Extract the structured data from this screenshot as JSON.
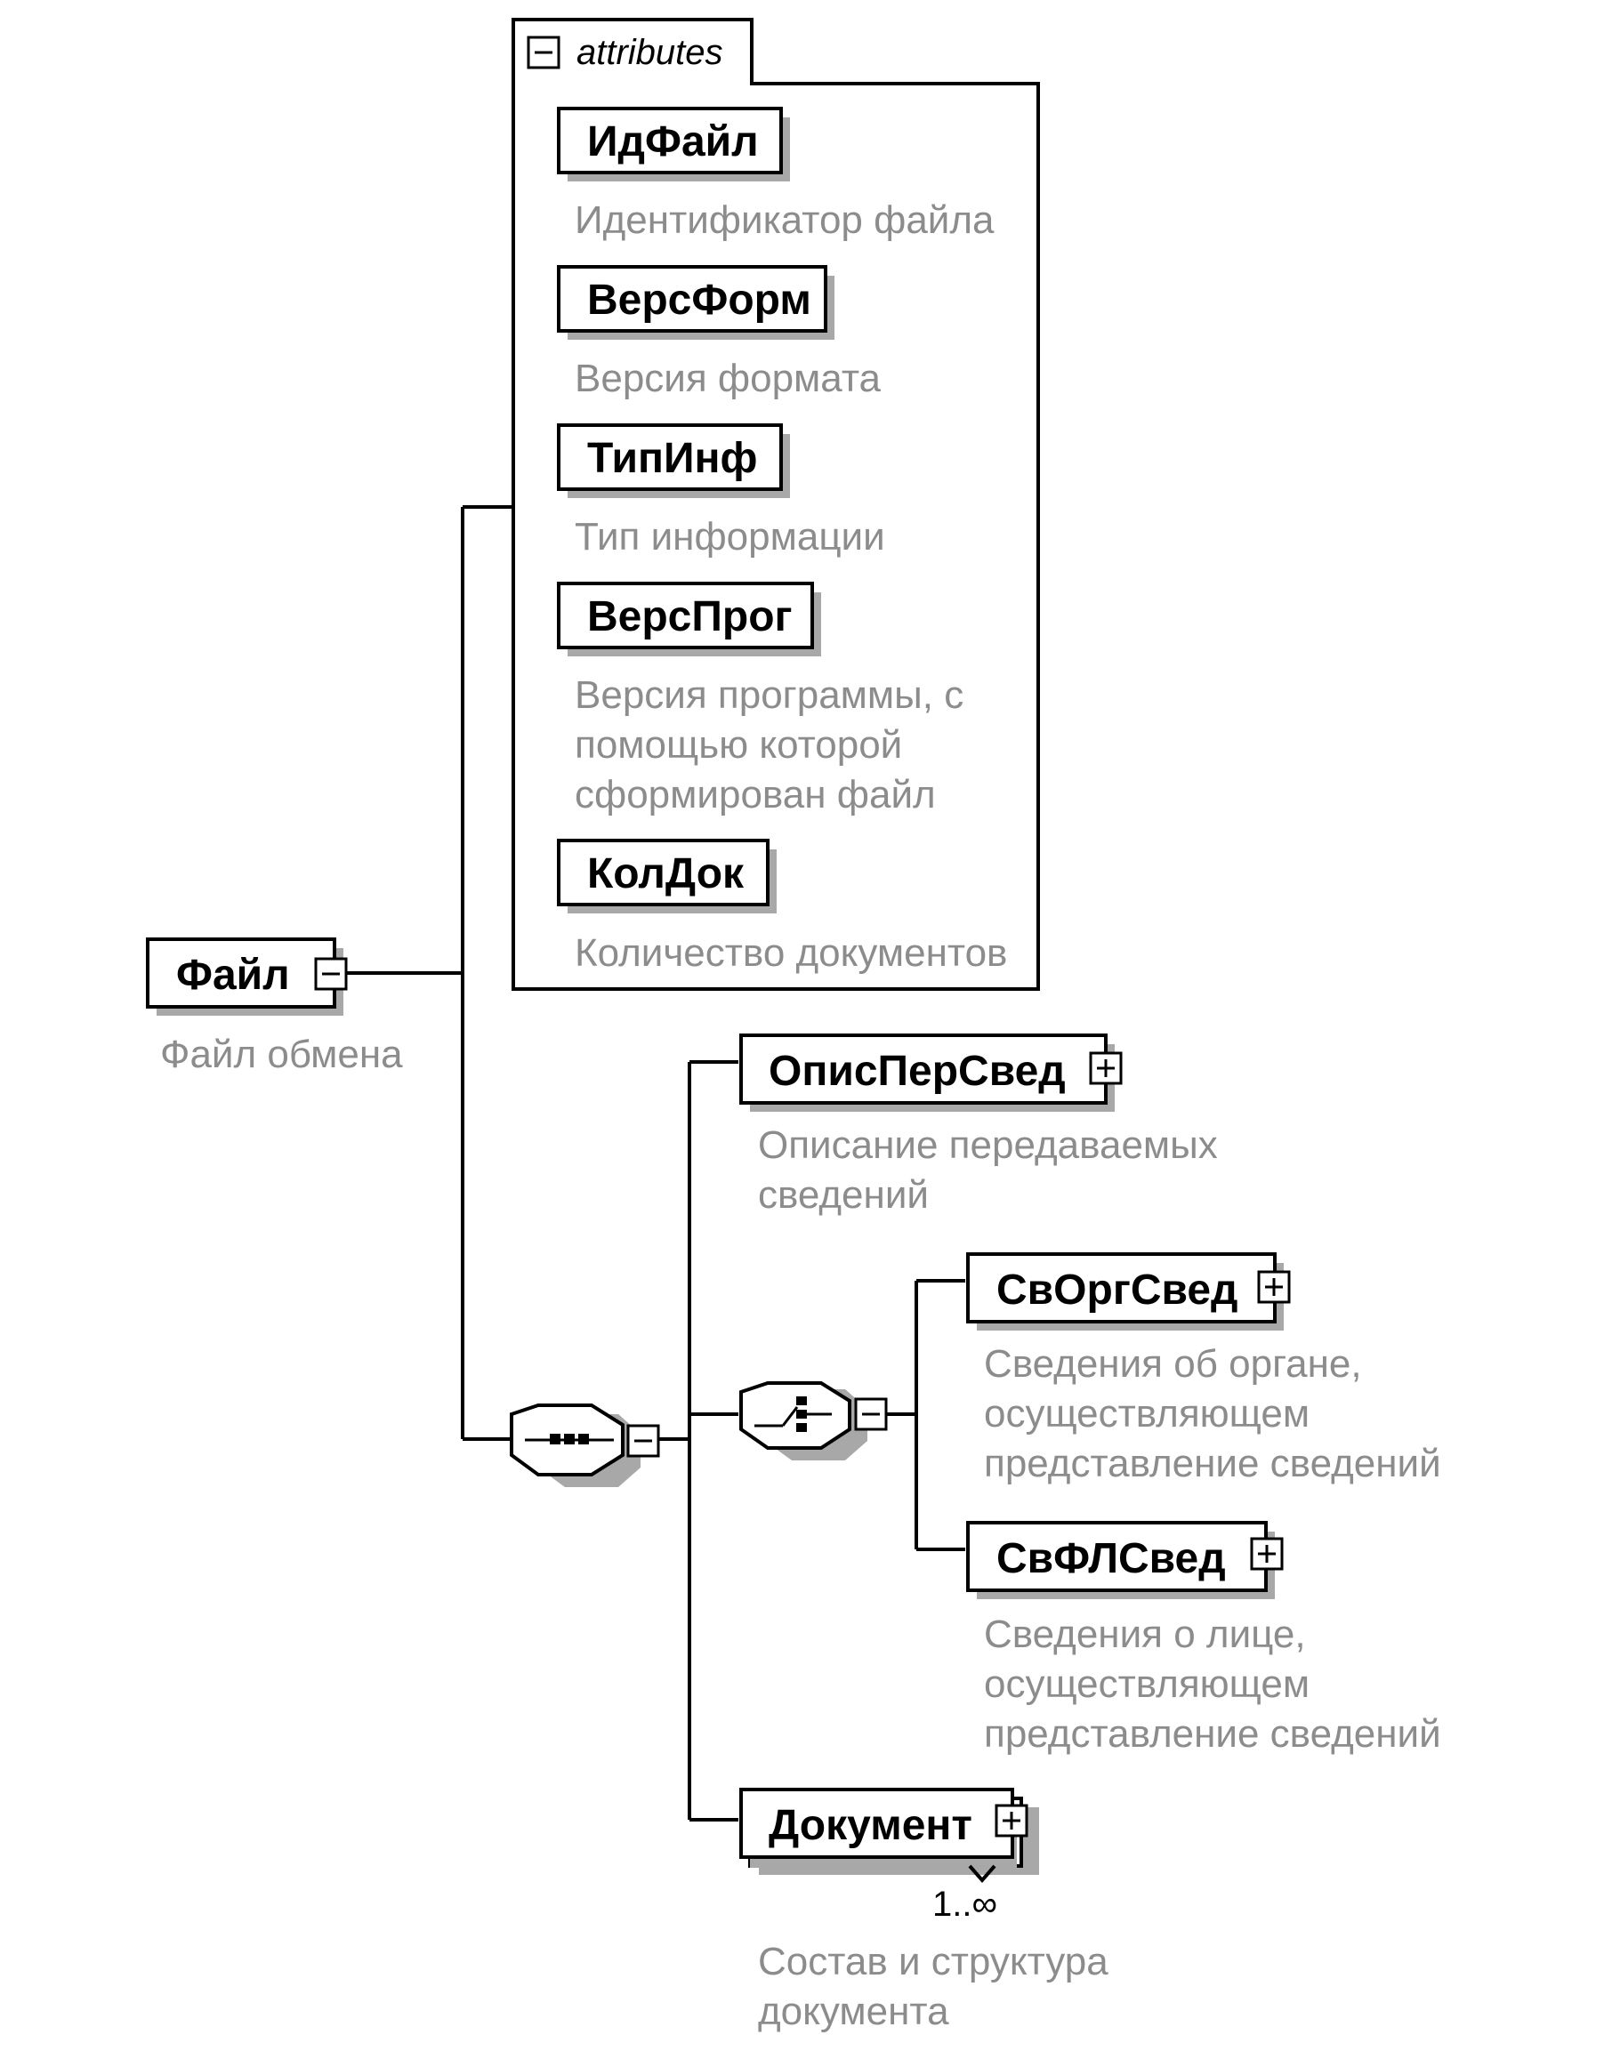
{
  "diagram": {
    "root": {
      "name": "Файл",
      "description": "Файл обмена"
    },
    "attributes_group": {
      "label": "attributes",
      "items": [
        {
          "name": "ИдФайл",
          "description": [
            "Идентификатор файла"
          ]
        },
        {
          "name": "ВерсФорм",
          "description": [
            "Версия формата"
          ]
        },
        {
          "name": "ТипИнф",
          "description": [
            "Тип информации"
          ]
        },
        {
          "name": "ВерсПрог",
          "description": [
            "Версия программы, с",
            "помощью которой",
            "сформирован файл"
          ]
        },
        {
          "name": "КолДок",
          "description": [
            "Количество документов"
          ]
        }
      ]
    },
    "sequence": {
      "elements": [
        {
          "name": "ОписПерСвед",
          "description": [
            "Описание передаваемых",
            "сведений"
          ]
        },
        {
          "name": "Документ",
          "description": [
            "Состав и структура",
            "документа"
          ],
          "multiplicity": "1..∞"
        }
      ],
      "choice": {
        "elements": [
          {
            "name": "СвОргСвед",
            "description": [
              "Сведения об органе,",
              "осуществляющем",
              "представление сведений"
            ]
          },
          {
            "name": "СвФЛСвед",
            "description": [
              "Сведения о лице,",
              "осуществляющем",
              "представление сведений"
            ]
          }
        ]
      }
    }
  }
}
